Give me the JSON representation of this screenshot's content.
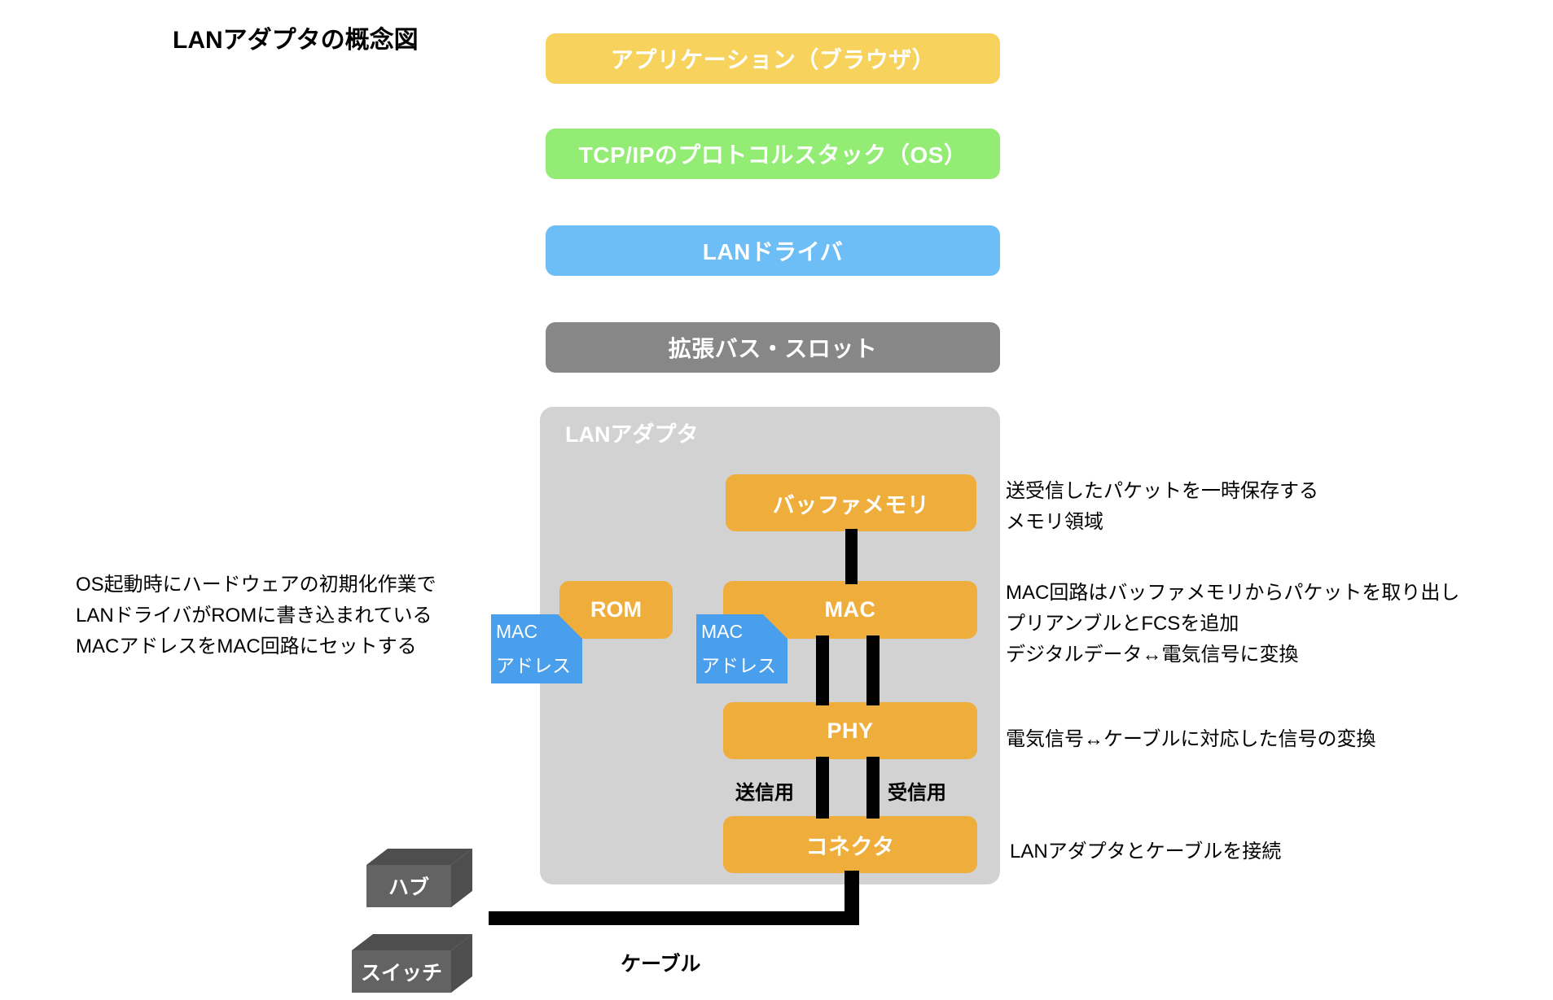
{
  "title": "LANアダプタの概念図",
  "stack": [
    {
      "id": "application",
      "label": "アプリケーション（ブラウザ）",
      "color": "#F7D35E"
    },
    {
      "id": "tcpip",
      "label": "TCP/IPのプロトコルスタック（OS）",
      "color": "#93EC73"
    },
    {
      "id": "landriver",
      "label": "LANドライバ",
      "color": "#6DBDF7"
    },
    {
      "id": "expbus",
      "label": "拡張バス・スロット",
      "color": "#878787"
    }
  ],
  "adapter": {
    "label": "LANアダプタ",
    "panel_color": "#D2D2D2",
    "components": [
      {
        "id": "buffer",
        "label": "バッファメモリ",
        "color": "#EFAE3C"
      },
      {
        "id": "rom",
        "label": "ROM",
        "color": "#EFAE3C"
      },
      {
        "id": "mac",
        "label": "MAC",
        "color": "#EFAE3C"
      },
      {
        "id": "phy",
        "label": "PHY",
        "color": "#EFAE3C"
      },
      {
        "id": "connector",
        "label": "コネクタ",
        "color": "#EFAE3C"
      }
    ],
    "mac_notes": [
      {
        "id": "rom-note",
        "line1": "MAC",
        "line2": "アドレス",
        "color": "#4A9FEC"
      },
      {
        "id": "mac-note",
        "line1": "MAC",
        "line2": "アドレス",
        "color": "#4A9FEC"
      }
    ],
    "io_labels": {
      "send": "送信用",
      "receive": "受信用"
    }
  },
  "annotations": {
    "left": {
      "line1": "OS起動時にハードウェアの初期化作業で",
      "line2": "LANドライバがROMに書き込まれている",
      "line3": "MACアドレスをMAC回路にセットする"
    },
    "buffer": {
      "line1": "送受信したパケットを一時保存する",
      "line2": "メモリ領域"
    },
    "mac": {
      "line1": "MAC回路はバッファメモリからパケットを取り出し",
      "line2": "プリアンブルとFCSを追加",
      "line3": "デジタルデータ↔電気信号に変換"
    },
    "phy": {
      "line1": "電気信号↔ケーブルに対応した信号の変換"
    },
    "connector": {
      "line1": "LANアダプタとケーブルを接続"
    }
  },
  "network": {
    "hub": "ハブ",
    "switch": "スイッチ",
    "cable_label": "ケーブル",
    "device_color": "#636363",
    "cable_color": "#000000"
  }
}
